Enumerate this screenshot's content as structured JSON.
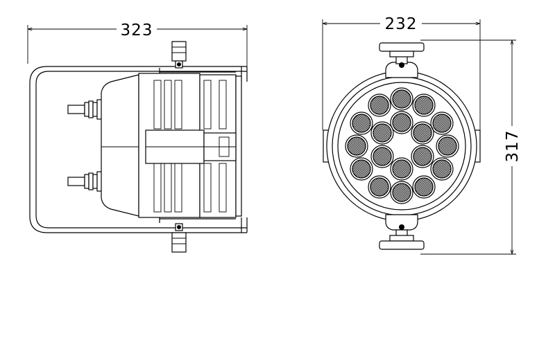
{
  "drawing": {
    "side_view": {
      "width_dimension": "323"
    },
    "front_view": {
      "width_dimension": "232",
      "height_dimension": "317"
    }
  }
}
